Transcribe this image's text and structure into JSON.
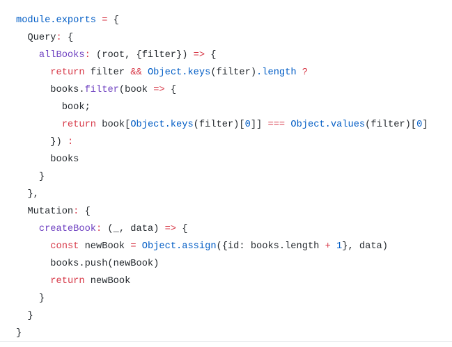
{
  "code": {
    "lines": [
      {
        "indent": 0,
        "tokens": [
          [
            "module.exports",
            "b"
          ],
          [
            " = ",
            "k"
          ],
          [
            "{",
            "d"
          ]
        ]
      },
      {
        "indent": 1,
        "tokens": [
          [
            "Query",
            "d"
          ],
          [
            ":",
            "k"
          ],
          [
            " {",
            "d"
          ]
        ]
      },
      {
        "indent": 2,
        "tokens": [
          [
            "allBooks",
            "p"
          ],
          [
            ":",
            "k"
          ],
          [
            " (root, {filter}) ",
            "d"
          ],
          [
            "=>",
            "k"
          ],
          [
            " {",
            "d"
          ]
        ]
      },
      {
        "indent": 3,
        "tokens": [
          [
            "return",
            "k"
          ],
          [
            " filter ",
            "d"
          ],
          [
            "&&",
            "k"
          ],
          [
            " ",
            "d"
          ],
          [
            "Object.keys",
            "b"
          ],
          [
            "(filter)",
            "d"
          ],
          [
            ".length",
            "b"
          ],
          [
            " ?",
            "k"
          ]
        ]
      },
      {
        "indent": 3,
        "tokens": [
          [
            "books.",
            "d"
          ],
          [
            "filter",
            "p"
          ],
          [
            "(book ",
            "d"
          ],
          [
            "=>",
            "k"
          ],
          [
            " {",
            "d"
          ]
        ]
      },
      {
        "indent": 4,
        "tokens": [
          [
            "book;",
            "d"
          ]
        ]
      },
      {
        "indent": 4,
        "tokens": [
          [
            "return",
            "k"
          ],
          [
            " book[",
            "d"
          ],
          [
            "Object.keys",
            "b"
          ],
          [
            "(filter)[",
            "d"
          ],
          [
            "0",
            "b"
          ],
          [
            "]] ",
            "d"
          ],
          [
            "===",
            "k"
          ],
          [
            " ",
            "d"
          ],
          [
            "Object.values",
            "b"
          ],
          [
            "(filter)[",
            "d"
          ],
          [
            "0",
            "b"
          ],
          [
            "]",
            "d"
          ]
        ]
      },
      {
        "indent": 3,
        "tokens": [
          [
            "}) ",
            "d"
          ],
          [
            ":",
            "k"
          ]
        ]
      },
      {
        "indent": 3,
        "tokens": [
          [
            "books",
            "d"
          ]
        ]
      },
      {
        "indent": 2,
        "tokens": [
          [
            "}",
            "d"
          ]
        ]
      },
      {
        "indent": 1,
        "tokens": [
          [
            "},",
            "d"
          ]
        ]
      },
      {
        "indent": 1,
        "tokens": [
          [
            "Mutation",
            "d"
          ],
          [
            ":",
            "k"
          ],
          [
            " {",
            "d"
          ]
        ]
      },
      {
        "indent": 2,
        "tokens": [
          [
            "createBook",
            "p"
          ],
          [
            ":",
            "k"
          ],
          [
            " (_, data) ",
            "d"
          ],
          [
            "=>",
            "k"
          ],
          [
            " {",
            "d"
          ]
        ]
      },
      {
        "indent": 3,
        "tokens": [
          [
            "const",
            "k"
          ],
          [
            " newBook ",
            "d"
          ],
          [
            "=",
            "k"
          ],
          [
            " ",
            "d"
          ],
          [
            "Object.assign",
            "b"
          ],
          [
            "({id: books.length ",
            "d"
          ],
          [
            "+",
            "k"
          ],
          [
            " ",
            "d"
          ],
          [
            "1",
            "b"
          ],
          [
            "}, data)",
            "d"
          ]
        ]
      },
      {
        "indent": 3,
        "tokens": [
          [
            "books.push(newBook)",
            "d"
          ]
        ]
      },
      {
        "indent": 3,
        "tokens": [
          [
            "return",
            "k"
          ],
          [
            " newBook",
            "d"
          ]
        ]
      },
      {
        "indent": 2,
        "tokens": [
          [
            "}",
            "d"
          ]
        ]
      },
      {
        "indent": 1,
        "tokens": [
          [
            "}",
            "d"
          ]
        ]
      },
      {
        "indent": 0,
        "tokens": [
          [
            "}",
            "d"
          ]
        ]
      }
    ]
  }
}
